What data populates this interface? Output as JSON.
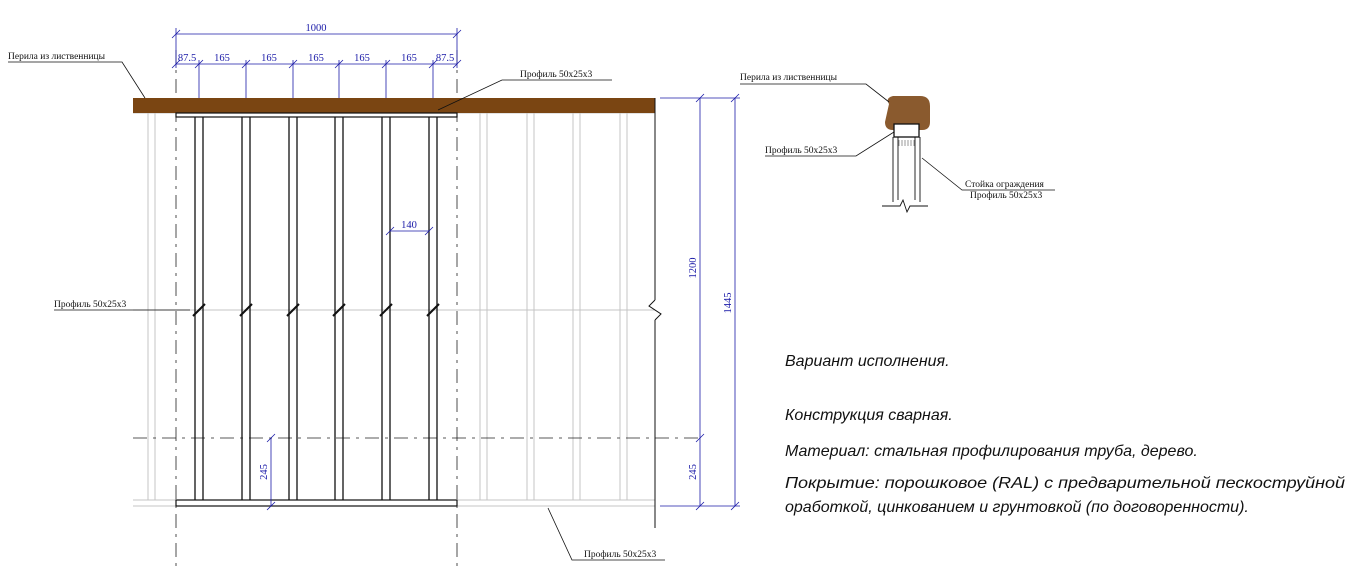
{
  "colors": {
    "rail_wood": "#7a4512",
    "rail_section_wood": "#8a5a2e",
    "dimension": "#1a1aa8",
    "line": "#111111",
    "ghost": "#bdbdbd"
  },
  "labels": {
    "handrail_left": "Перила из лиственницы",
    "profile_top": "Профиль 50х25х3",
    "profile_left": "Профиль 50х25х3",
    "profile_bottom": "Профиль 50х25х3",
    "section_handrail": "Перила из лиственницы",
    "section_profile": "Профиль 50х25х3",
    "section_post_1": "Стойка ограждения",
    "section_post_2": "Профиль 50х25х3"
  },
  "dimensions": {
    "total_width": "1000",
    "spacing": [
      "87.5",
      "165",
      "165",
      "165",
      "165",
      "165",
      "87.5"
    ],
    "gap": "140",
    "bottom_gap_left": "245",
    "height_1200": "1200",
    "height_1445": "1445",
    "bottom_gap_right": "245"
  },
  "notes": {
    "variant": "Вариант исполнения.",
    "construction": "Конструкция сварная.",
    "material": "Материал: стальная профилирования труба, дерево.",
    "coating_line1": "Покрытие: порошковое (RAL) с предварительной пескоструйной",
    "coating_line2": "оработкой, цинкованием и грунтовкой (по договоренности)."
  }
}
